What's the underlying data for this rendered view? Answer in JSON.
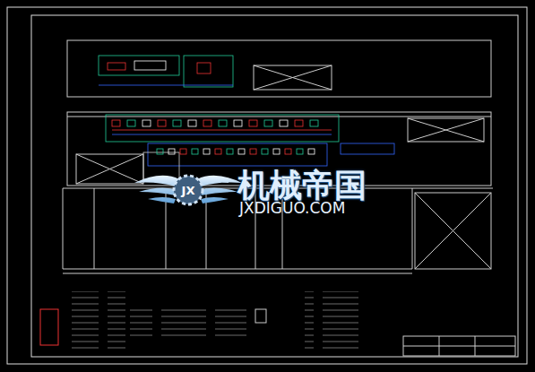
{
  "diagram": {
    "labels": [
      "JX",
      "机械帝国",
      "JXDIGUO.COM"
    ]
  }
}
